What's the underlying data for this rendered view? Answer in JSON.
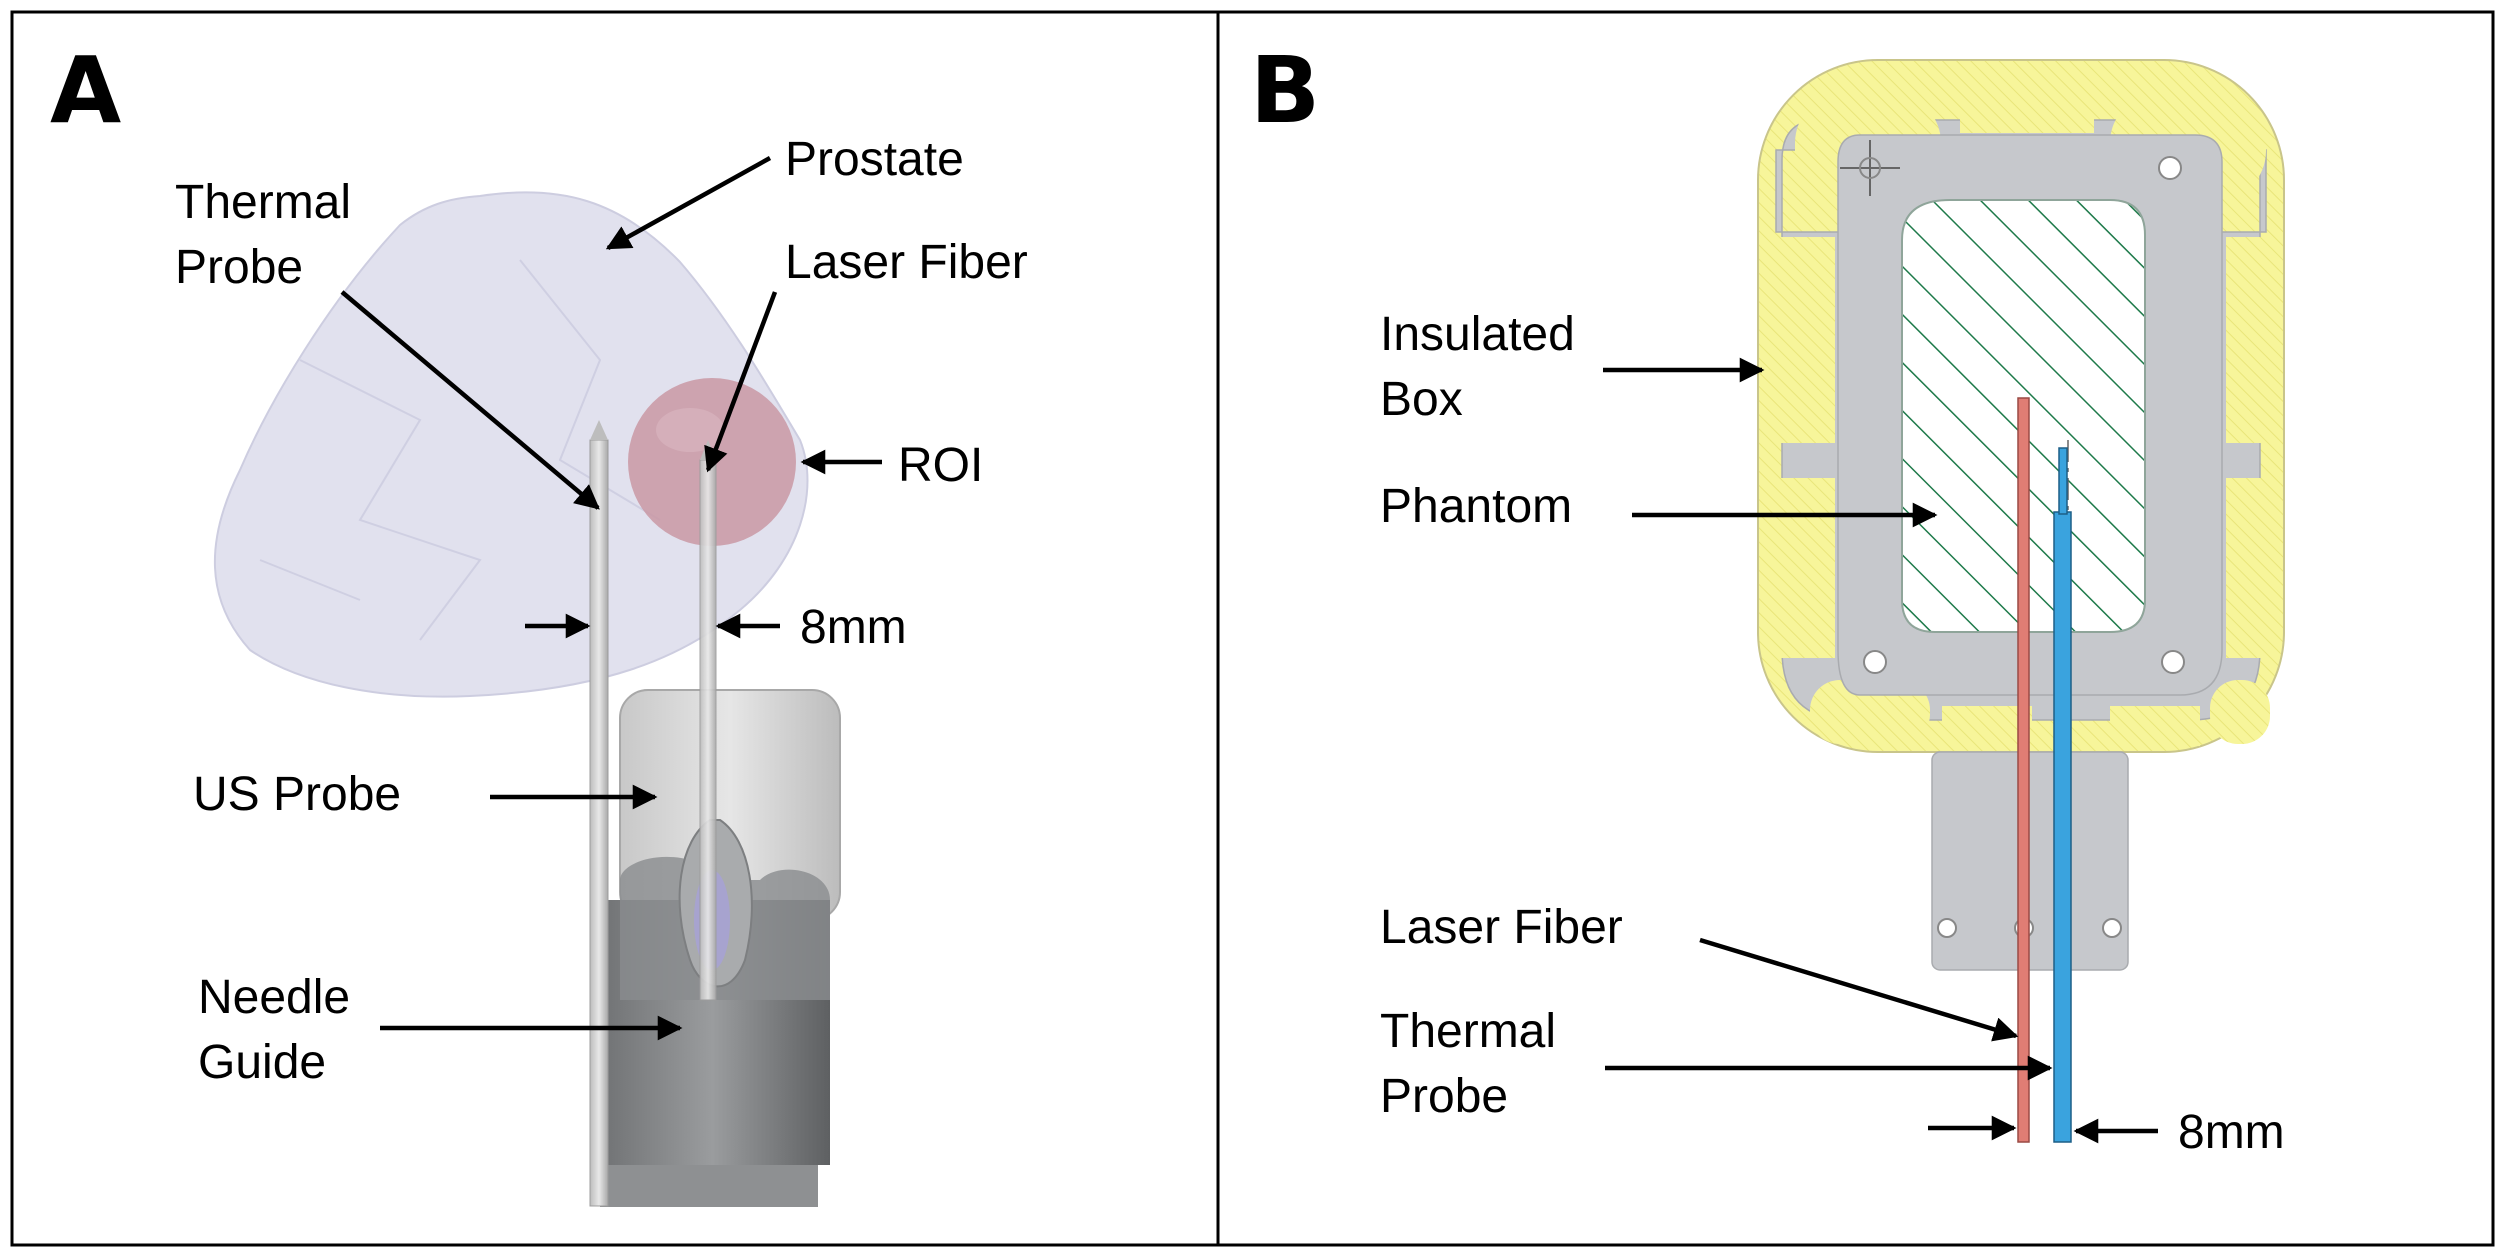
{
  "panels": {
    "a": {
      "letter": "A",
      "labels": {
        "prostate": "Prostate",
        "thermal_probe_1": "Thermal",
        "thermal_probe_2": "Probe",
        "laser_fiber": "Laser Fiber",
        "roi": "ROI",
        "spacing": "8mm",
        "us_probe": "US Probe",
        "needle_guide_1": "Needle",
        "needle_guide_2": "Guide"
      }
    },
    "b": {
      "letter": "B",
      "labels": {
        "insulated_box_1": "Insulated",
        "insulated_box_2": "Box",
        "phantom": "Phantom",
        "laser_fiber": "Laser Fiber",
        "thermal_probe_1": "Thermal",
        "thermal_probe_2": "Probe",
        "spacing": "8mm"
      }
    }
  },
  "colors": {
    "prostate": "#dcdcec",
    "roi": "#c99aa6",
    "insulation": "#f7f59a",
    "box_frame": "#c6c8cc",
    "phantom_hatch": "#1e7a4a",
    "laser_fiber_b": "#e07d74",
    "thermal_probe_b": "#3aa3de"
  }
}
